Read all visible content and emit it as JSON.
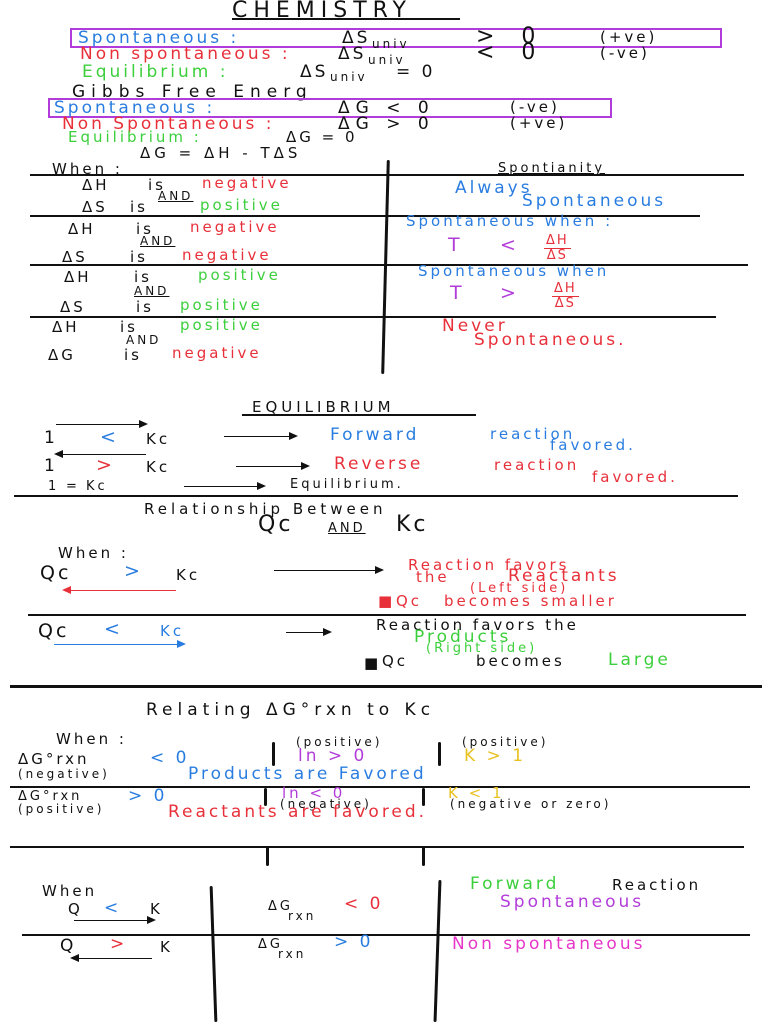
{
  "title": "CHEMISTRY",
  "entropy": {
    "spontaneous_label": "Spontaneous :",
    "spontaneous_expr": "ΔS",
    "spontaneous_sub": "univ",
    "spontaneous_rel": "> 0",
    "spontaneous_sign": "(+ve)",
    "nonspont_label": "Non spontaneous :",
    "nonspont_expr": "ΔS",
    "nonspont_sub": "univ",
    "nonspont_rel": "< 0",
    "nonspont_sign": "(-ve)",
    "equil_label": "Equilibrium :",
    "equil_expr": "ΔS",
    "equil_sub": "univ",
    "equil_rel": "= 0"
  },
  "gibbs": {
    "heading": "Gibbs Free Energ",
    "spontaneous_label": "Spontaneous :",
    "spontaneous_expr": "ΔG < 0",
    "spontaneous_sign": "(-ve)",
    "nonspont_label": "Non Spontaneous :",
    "nonspont_expr": "ΔG > 0",
    "nonspont_sign": "(+ve)",
    "equil_label": "Equilibrium :",
    "equil_expr": "ΔG = 0",
    "equation": "ΔG = ΔH - TΔS"
  },
  "table1": {
    "col1_header": "When :",
    "col2_header": "Spontianity",
    "rows": [
      {
        "a": "ΔH",
        "is1": "is",
        "v1": "negative",
        "and": "AND",
        "b": "ΔS",
        "is2": "is",
        "v2": "positive",
        "result1": "Always",
        "result2": "Spontaneous"
      },
      {
        "a": "ΔH",
        "is1": "is",
        "v1": "negative",
        "and": "AND",
        "b": "ΔS",
        "is2": "is",
        "v2": "negative",
        "result1": "Spontaneous when :",
        "t": "T",
        "rel": "<",
        "num": "ΔH",
        "den": "ΔS"
      },
      {
        "a": "ΔH",
        "is1": "is",
        "v1": "positive",
        "and": "AND",
        "b": "ΔS",
        "is2": "is",
        "v2": "positive",
        "result1": "Spontaneous when",
        "t": "T",
        "rel": ">",
        "num": "ΔH",
        "den": "ΔS"
      },
      {
        "a": "ΔH",
        "is1": "is",
        "v1": "positive",
        "and": "AND",
        "b": "ΔG",
        "is2": "is",
        "v2": "negative",
        "result1": "Never",
        "result2": "Spontaneous."
      }
    ]
  },
  "equilibrium": {
    "heading": "EQUILIBRIUM",
    "rows": [
      {
        "one": "1",
        "rel": "<",
        "k": "Kc",
        "res1": "Forward",
        "res2": "reaction",
        "res3": "favored."
      },
      {
        "one": "1",
        "rel": ">",
        "k": "Kc",
        "res1": "Reverse",
        "res2": "reaction",
        "res3": "favored."
      },
      {
        "one": "1",
        "rel": "=",
        "k": "Kc",
        "res1": "Equilibrium."
      }
    ]
  },
  "relationship": {
    "heading1": "Relationship Between",
    "heading2a": "Qc",
    "heading2b": "AND",
    "heading2c": "Kc",
    "when": "When :",
    "row1_q": "Qc",
    "row1_rel": ">",
    "row1_k": "Kc",
    "row1_r1": "Reaction favors",
    "row1_r2a": "the",
    "row1_r2b": "Reactants",
    "row1_r3": "(Left side)",
    "row1_r4a": "Qc",
    "row1_r4b": "becomes smaller",
    "row2_q": "Qc",
    "row2_rel": "<",
    "row2_k": "Kc",
    "row2_r1": "Reaction favors the",
    "row2_r2": "Products",
    "row2_r3": "(Right side)",
    "row2_r4a": "Qc",
    "row2_r4b": "becomes",
    "row2_r4c": "Large"
  },
  "relating": {
    "heading": "Relating ΔG°rxn to Kc",
    "when": "When :",
    "r1_dg": "ΔG°rxn",
    "r1_neg": "(negative)",
    "r1_rel": "< 0",
    "r1_pos_note1": "(positive)",
    "r1_ln": "ln > 0",
    "r1_pos_note2": "(positive)",
    "r1_k": "K > 1",
    "r1_result": "Products are Favored",
    "r2_dg": "ΔG°rxn",
    "r2_posn": "(positive)",
    "r2_rel": "> 0",
    "r2_ln": "ln < 0",
    "r2_neg_note1": "(negative)",
    "r2_k": "K < 1",
    "r2_neg_note2": "(negative or zero)",
    "r2_result": "Reactants are favored."
  },
  "bottom": {
    "when": "When",
    "r1_q": "Q",
    "r1_rel": "<",
    "r1_k": "K",
    "r1_dg": "ΔG",
    "r1_sub": "rxn",
    "r1_cmp": "< 0",
    "r1_res1": "Forward",
    "r1_res1b": "Reaction",
    "r1_res2": "Spontaneous",
    "r2_q": "Q",
    "r2_rel": ">",
    "r2_k": "K",
    "r2_dg": "ΔG",
    "r2_sub": "rxn",
    "r2_cmp": "> 0",
    "r2_res": "Non spontaneous"
  }
}
